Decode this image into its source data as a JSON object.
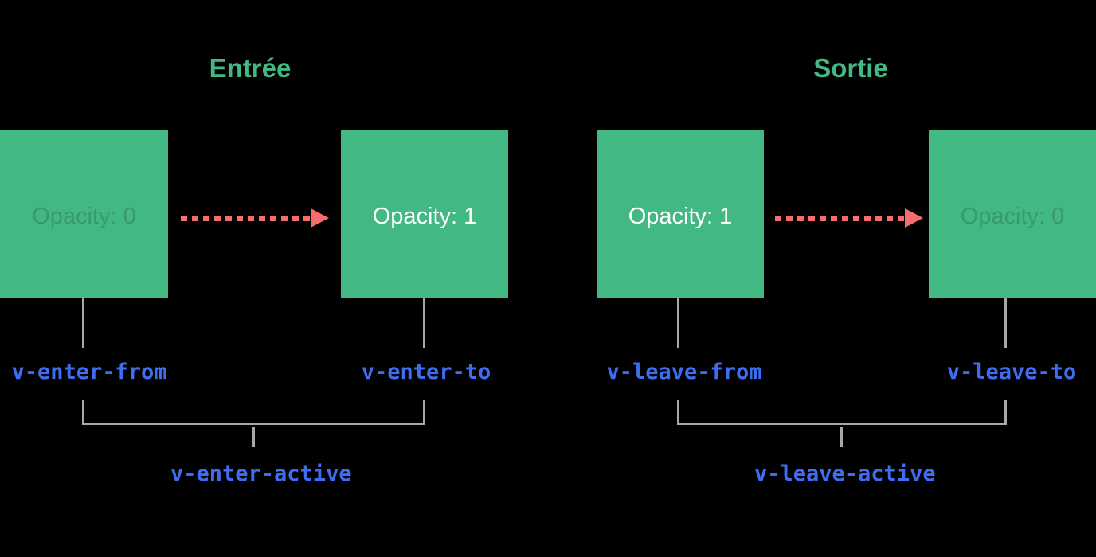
{
  "diagram": {
    "description": "Vue transition classes timeline (enter / leave phases)",
    "colors": {
      "background": "#000000",
      "box_green": "#42b883",
      "title_green": "#42b883",
      "arrow_red": "#f96c6c",
      "class_label_blue": "#3f6df2",
      "connector_gray": "#a8a8a8",
      "box_text_normal": "#ffffff",
      "box_text_faded": "rgba(0,0,0,0.16)"
    },
    "sections": [
      {
        "title": "Entrée",
        "start_box": {
          "text": "Opacity: 0",
          "style": "faded"
        },
        "end_box": {
          "text": "Opacity: 1",
          "style": "normal"
        },
        "from_label": "v-enter-from",
        "to_label": "v-enter-to",
        "active_label": "v-enter-active"
      },
      {
        "title": "Sortie",
        "start_box": {
          "text": "Opacity: 1",
          "style": "normal"
        },
        "end_box": {
          "text": "Opacity: 0",
          "style": "faded"
        },
        "from_label": "v-leave-from",
        "to_label": "v-leave-to",
        "active_label": "v-leave-active"
      }
    ]
  }
}
